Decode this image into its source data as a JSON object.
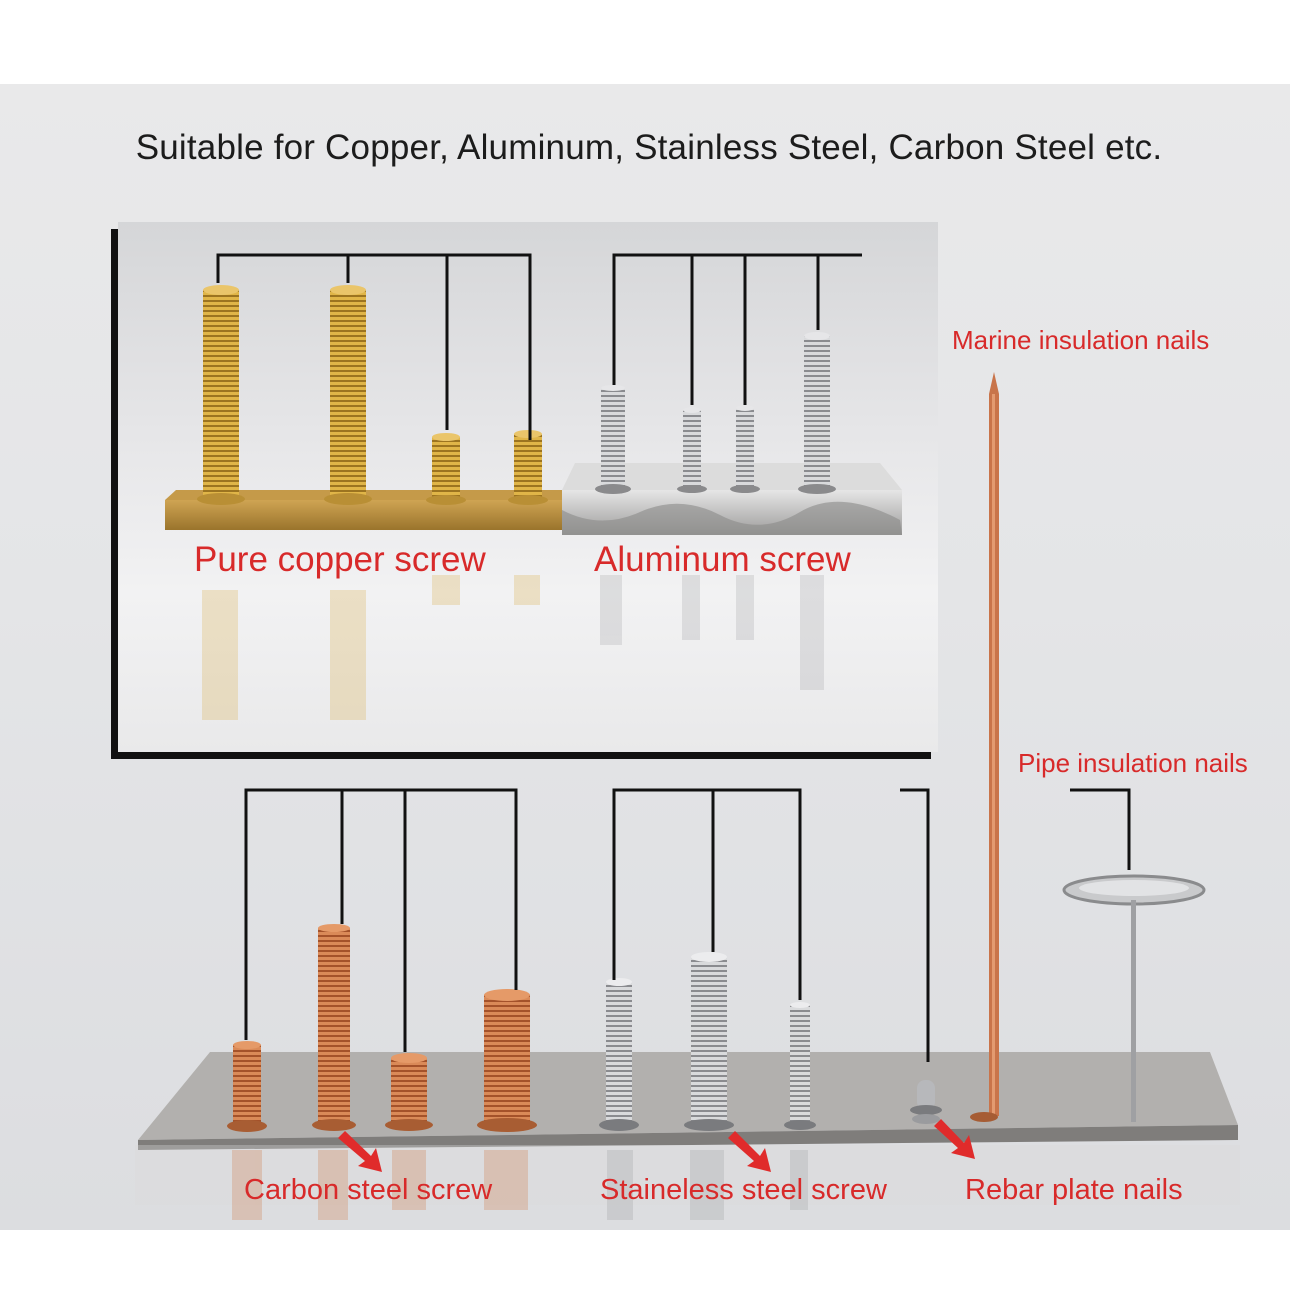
{
  "headline": "Suitable for Copper, Aluminum, Stainless Steel, Carbon Steel etc.",
  "labels": {
    "pure_copper": "Pure copper screw",
    "aluminum": "Aluminum screw",
    "marine": "Marine insulation nails",
    "pipe": "Pipe insulation nails",
    "carbon": "Carbon steel screw",
    "stainless": "Staineless steel screw",
    "rebar": "Rebar plate nails"
  },
  "colors": {
    "label_red": "#d82a2a",
    "brass": "#d9a93a",
    "copper": "#cf7a48",
    "steel": "#c9cacd",
    "plate": "#a9a7a5"
  }
}
